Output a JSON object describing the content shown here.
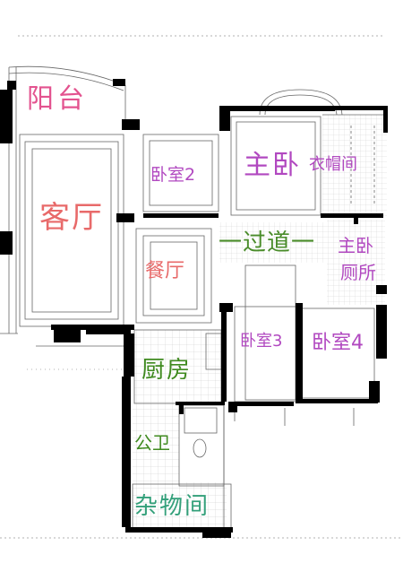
{
  "colors": {
    "balcony": "#e3538f",
    "living": "#e86a6a",
    "bedroom": "#b148c0",
    "master": "#b148c0",
    "dining": "#e86a6a",
    "hall": "#4a8c2a",
    "kitchen": "#3f8a1f",
    "toilet": "#3f8a1f",
    "storage": "#33a07a",
    "wall": "#000000",
    "line": "#666666"
  },
  "rooms": {
    "balcony": "阳台",
    "living_room": "客厅",
    "bedroom_2": "卧室2",
    "master_bedroom": "主卧",
    "cloakroom": "衣帽间",
    "dining_room": "餐厅",
    "hallway": "一过道一",
    "master_bath_top": "主卧",
    "master_bath_bottom": "厕所",
    "bedroom_3": "卧室3",
    "bedroom_4": "卧室4",
    "kitchen": "厨房",
    "public_toilet": "公卫",
    "storage": "杂物间"
  }
}
